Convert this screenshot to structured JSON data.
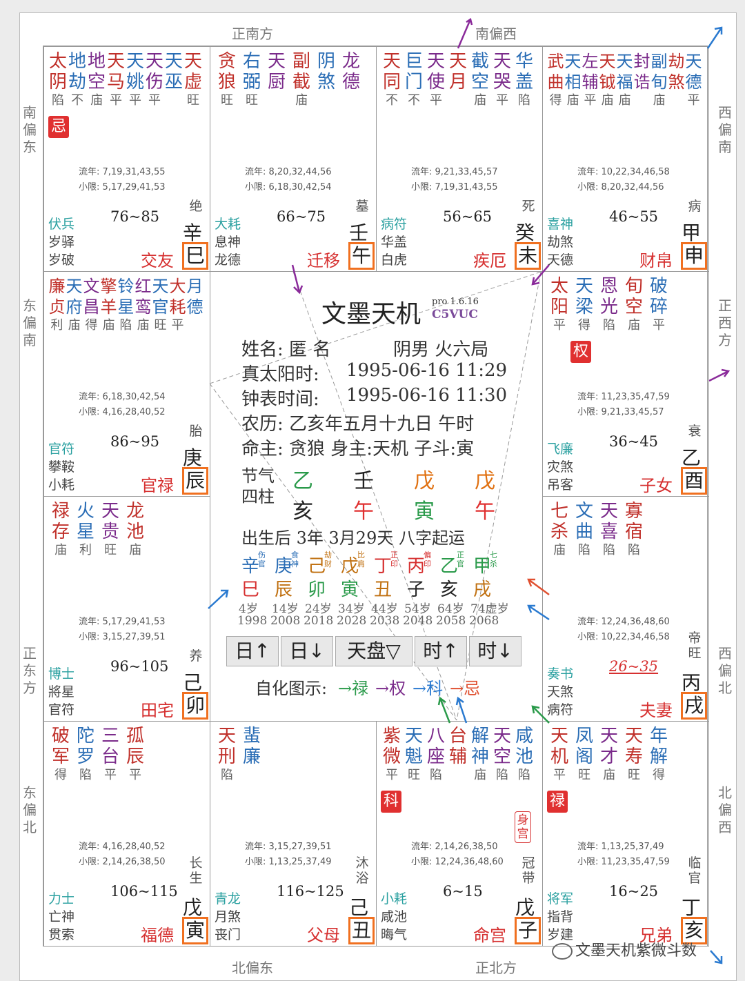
{
  "directions": {
    "top_center": "正南方",
    "top_right": "南偏西",
    "right_1": "西偏南",
    "right_2": "正西方",
    "right_3": "西偏北",
    "right_4": "北偏西",
    "bottom_left": "北偏东",
    "bottom_center": "正北方",
    "left_1": "南偏东",
    "left_2": "东偏南",
    "left_3": "正东方",
    "left_4": "东偏北"
  },
  "palaces": [
    {
      "id": "si",
      "stars": [
        [
          "太",
          "陷"
        ],
        [
          "地",
          "不"
        ],
        [
          "地",
          "庙"
        ],
        [
          "天",
          "平"
        ],
        [
          "天",
          "平"
        ],
        [
          "天",
          "平"
        ],
        [
          "天",
          ""
        ],
        [
          "天",
          "旺"
        ]
      ],
      "stars_line2": [
        "阴",
        "劫",
        "空",
        "马",
        "姚",
        "伤",
        "巫",
        "虚"
      ],
      "hua": "忌",
      "liunian": "流年: 7,19,31,43,55",
      "xiaoxian": "小限: 5,17,29,41,53",
      "gods": [
        "伏兵",
        "岁驿",
        "岁破"
      ],
      "range": "76~85",
      "stage": "绝",
      "stem": "辛",
      "palace": "交友",
      "branch": "巳"
    },
    {
      "id": "wu",
      "stars": [
        [
          "贪",
          "旺"
        ],
        [
          "右",
          "旺"
        ],
        [
          "天",
          ""
        ],
        [
          "副",
          "庙"
        ],
        [
          "阴",
          ""
        ],
        [
          "龙",
          ""
        ]
      ],
      "stars_line2": [
        "狼",
        "弼",
        "厨",
        "截",
        "煞",
        "德"
      ],
      "hua": "",
      "liunian": "流年: 8,20,32,44,56",
      "xiaoxian": "小限: 6,18,30,42,54",
      "gods": [
        "大耗",
        "息神",
        "龙德"
      ],
      "range": "66~75",
      "stage": "墓",
      "stem": "壬",
      "palace": "迁移",
      "branch": "午"
    },
    {
      "id": "wei",
      "stars": [
        [
          "天",
          "不"
        ],
        [
          "巨",
          "不"
        ],
        [
          "天",
          "平"
        ],
        [
          "天",
          ""
        ],
        [
          "截",
          "庙"
        ],
        [
          "天",
          "平"
        ],
        [
          "华",
          "陷"
        ]
      ],
      "stars_line2": [
        "同",
        "门",
        "使",
        "月",
        "空",
        "哭",
        "盖"
      ],
      "hua": "",
      "liunian": "流年: 9,21,33,45,57",
      "xiaoxian": "小限: 7,19,31,43,55",
      "gods": [
        "病符",
        "华盖",
        "白虎"
      ],
      "range": "56~65",
      "stage": "死",
      "stem": "癸",
      "palace": "疾厄",
      "branch": "未"
    },
    {
      "id": "shen",
      "stars": [
        [
          "武",
          "得"
        ],
        [
          "天",
          "庙"
        ],
        [
          "左",
          "平"
        ],
        [
          "天",
          "庙"
        ],
        [
          "天",
          "庙"
        ],
        [
          "封",
          ""
        ],
        [
          "副",
          "庙"
        ],
        [
          "劫",
          ""
        ],
        [
          "天",
          "平"
        ]
      ],
      "stars_line2": [
        "曲",
        "相",
        "辅",
        "钺",
        "福",
        "诰",
        "旬",
        "煞",
        "德"
      ],
      "hua": "",
      "liunian": "流年: 10,22,34,46,58",
      "xiaoxian": "小限: 8,20,32,44,56",
      "gods": [
        "喜神",
        "劫煞",
        "天德"
      ],
      "range": "46~55",
      "stage": "病",
      "stem": "甲",
      "palace": "财帛",
      "branch": "申"
    },
    {
      "id": "chen",
      "stars": [
        [
          "廉",
          "利"
        ],
        [
          "天",
          "庙"
        ],
        [
          "文",
          "得"
        ],
        [
          "擎",
          "庙"
        ],
        [
          "铃",
          "陷"
        ],
        [
          "红",
          "庙"
        ],
        [
          "天",
          "旺"
        ],
        [
          "大",
          "平"
        ],
        [
          "月",
          ""
        ]
      ],
      "stars_line2": [
        "贞",
        "府",
        "昌",
        "羊",
        "星",
        "鸾",
        "官",
        "耗",
        "德"
      ],
      "hua": "",
      "liunian": "流年: 6,18,30,42,54",
      "xiaoxian": "小限: 4,16,28,40,52",
      "gods": [
        "官符",
        "攀鞍",
        "小耗"
      ],
      "range": "86~95",
      "stage": "胎",
      "stem": "庚",
      "palace": "官禄",
      "branch": "辰"
    },
    {
      "id": "you",
      "stars": [
        [
          "太",
          "平"
        ],
        [
          "天",
          "得"
        ],
        [
          "恩",
          "陷"
        ],
        [
          "旬",
          "庙"
        ],
        [
          "破",
          "平"
        ]
      ],
      "stars_line2": [
        "阳",
        "梁",
        "光",
        "空",
        "碎"
      ],
      "hua": "权",
      "liunian": "流年: 11,23,35,47,59",
      "xiaoxian": "小限: 9,21,33,45,57",
      "gods": [
        "飞廉",
        "灾煞",
        "吊客"
      ],
      "range": "36~45",
      "stage": "衰",
      "stem": "乙",
      "palace": "子女",
      "branch": "酉"
    },
    {
      "id": "mao",
      "stars": [
        [
          "禄",
          "庙"
        ],
        [
          "火",
          "利"
        ],
        [
          "天",
          "旺"
        ],
        [
          "龙",
          "庙"
        ]
      ],
      "stars_line2": [
        "存",
        "星",
        "贵",
        "池"
      ],
      "hua": "",
      "liunian": "流年: 5,17,29,41,53",
      "xiaoxian": "小限: 3,15,27,39,51",
      "gods": [
        "博士",
        "將星",
        "官符"
      ],
      "range": "96~105",
      "stage": "养",
      "stem": "己",
      "palace": "田宅",
      "branch": "卯"
    },
    {
      "id": "xu",
      "stars": [
        [
          "七",
          "庙"
        ],
        [
          "文",
          "陷"
        ],
        [
          "天",
          "陷"
        ],
        [
          "寡",
          "陷"
        ]
      ],
      "stars_line2": [
        "杀",
        "曲",
        "喜",
        "宿"
      ],
      "hua": "",
      "liunian": "流年: 12,24,36,48,60",
      "xiaoxian": "小限: 10,22,34,46,58",
      "gods": [
        "奏书",
        "天煞",
        "病符"
      ],
      "range": "26~35",
      "stage": "帝旺",
      "stem": "丙",
      "palace": "夫妻",
      "branch": "戌"
    },
    {
      "id": "yin",
      "stars": [
        [
          "破",
          "得"
        ],
        [
          "陀",
          "陷"
        ],
        [
          "三",
          "平"
        ],
        [
          "孤",
          "平"
        ]
      ],
      "stars_line2": [
        "军",
        "罗",
        "台",
        "辰"
      ],
      "hua": "",
      "liunian": "流年: 4,16,28,40,52",
      "xiaoxian": "小限: 2,14,26,38,50",
      "gods": [
        "力士",
        "亡神",
        "贯索"
      ],
      "range": "106~115",
      "stage": "长生",
      "stem": "戊",
      "palace": "福德",
      "branch": "寅"
    },
    {
      "id": "chou",
      "stars": [
        [
          "天",
          "陷"
        ],
        [
          "蜚",
          ""
        ]
      ],
      "stars_line2": [
        "刑",
        "廉"
      ],
      "hua": "",
      "liunian": "流年: 3,15,27,39,51",
      "xiaoxian": "小限: 1,13,25,37,49",
      "gods": [
        "青龙",
        "月煞",
        "丧门"
      ],
      "range": "116~125",
      "stage": "沐浴",
      "stem": "己",
      "palace": "父母",
      "branch": "丑"
    },
    {
      "id": "zi",
      "stars": [
        [
          "紫",
          "平"
        ],
        [
          "天",
          "旺"
        ],
        [
          "八",
          "陷"
        ],
        [
          "台",
          ""
        ],
        [
          "解",
          "庙"
        ],
        [
          "天",
          "陷"
        ],
        [
          "咸",
          "陷"
        ]
      ],
      "stars_line2": [
        "微",
        "魁",
        "座",
        "辅",
        "神",
        "空",
        "池"
      ],
      "hua": "科",
      "liunian": "流年: 2,14,26,38,50",
      "xiaoxian": "小限: 12,24,36,48,60",
      "gods": [
        "小耗",
        "咸池",
        "晦气"
      ],
      "range": "6~15",
      "stage": "冠带",
      "stem": "戊",
      "palace": "命宫",
      "branch": "子",
      "shen": "身宫"
    },
    {
      "id": "hai",
      "stars": [
        [
          "天",
          "平"
        ],
        [
          "凤",
          "旺"
        ],
        [
          "天",
          "庙"
        ],
        [
          "天",
          "旺"
        ],
        [
          "年",
          "得"
        ]
      ],
      "stars_line2": [
        "机",
        "阁",
        "才",
        "寿",
        "解"
      ],
      "hua": "禄",
      "liunian": "流年: 1,13,25,37,49",
      "xiaoxian": "小限: 11,23,35,47,59",
      "gods": [
        "将军",
        "指背",
        "岁建"
      ],
      "range": "16~25",
      "stage": "临官",
      "stem": "丁",
      "palace": "兄弟",
      "branch": "亥"
    }
  ],
  "center": {
    "app_title": "文墨天机",
    "version": "pro 1.6.16",
    "code": "C5VUC",
    "name_label": "姓名: 匿 名",
    "gender_ju": "阴男 火六局",
    "solar_label": "真太阳时:",
    "solar_value": "1995-06-16  11:29",
    "clock_label": "钟表时间:",
    "clock_value": "1995-06-16  11:30",
    "lunar": "农历: 乙亥年五月十九日 午时",
    "masters": "命主: 贪狼 身主:天机  子斗:寅",
    "jieqi_label": "节气",
    "sizhu_label": "四柱",
    "gan": [
      "乙",
      "壬",
      "戊",
      "戊"
    ],
    "zhi": [
      "亥",
      "午",
      "寅",
      "午"
    ],
    "qiyun": "出生后 3年 3月29天 八字起运",
    "dayun_gan": [
      [
        "辛",
        "伤官"
      ],
      [
        "庚",
        "食神"
      ],
      [
        "己",
        "劫财"
      ],
      [
        "戊",
        "比肩"
      ],
      [
        "丁",
        "正印"
      ],
      [
        "丙",
        "偏印"
      ],
      [
        "乙",
        "正官"
      ],
      [
        "甲",
        "七杀"
      ]
    ],
    "dayun_zhi": [
      "巳",
      "辰",
      "卯",
      "寅",
      "丑",
      "子",
      "亥",
      "戌"
    ],
    "dayun_age": [
      "4岁",
      "14岁",
      "24岁",
      "34岁",
      "44岁",
      "54岁",
      "64岁",
      "74虚岁"
    ],
    "dayun_year": [
      "1998",
      "2008",
      "2018",
      "2028",
      "2038",
      "2048",
      "2058",
      "2068"
    ],
    "buttons": [
      "日↑",
      "日↓",
      "天盘▽",
      "时↑",
      "时↓"
    ],
    "legend_label": "自化图示:",
    "legend_items": [
      "→禄",
      "→权",
      "→科",
      "→忌"
    ]
  },
  "watermark": "文墨天机紫微斗数",
  "colors": {
    "orange": "#f07020",
    "red": "#d63030",
    "blue": "#2a6db5",
    "purple": "#7a2a8a",
    "green": "#2a9a4a",
    "teal": "#2aa0a0",
    "brown": "#c07010"
  }
}
